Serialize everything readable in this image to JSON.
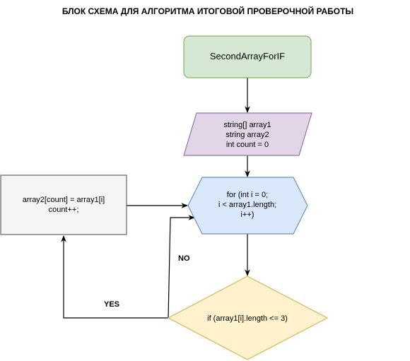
{
  "title": "БЛОК СХЕМА ДЛЯ АЛГОРИТМА ИТОГОВОЙ ПРОВЕРОЧНОЙ РАБОТЫ",
  "nodes": {
    "start": {
      "lines": [
        "SecondArrayForIF"
      ],
      "fill": "#d5e8d4",
      "stroke": "#82b366"
    },
    "declare": {
      "lines": [
        "string[] array1",
        "string array2",
        "int count = 0"
      ],
      "fill": "#e1d5e7",
      "stroke": "#9673a6"
    },
    "loop": {
      "lines": [
        "for (int i = 0;",
        "i < array1.length;",
        "i++)"
      ],
      "fill": "#dae8fc",
      "stroke": "#6c8ebf"
    },
    "condition": {
      "lines": [
        "if (array1[i].length <= 3)"
      ],
      "fill": "#fff2cc",
      "stroke": "#d6b656"
    },
    "action": {
      "lines": [
        "array2[count] = array1[i]",
        "count++;"
      ],
      "fill": "#f5f5f5",
      "stroke": "#666666"
    }
  },
  "edge_labels": {
    "no": "NO",
    "yes": "YES"
  }
}
